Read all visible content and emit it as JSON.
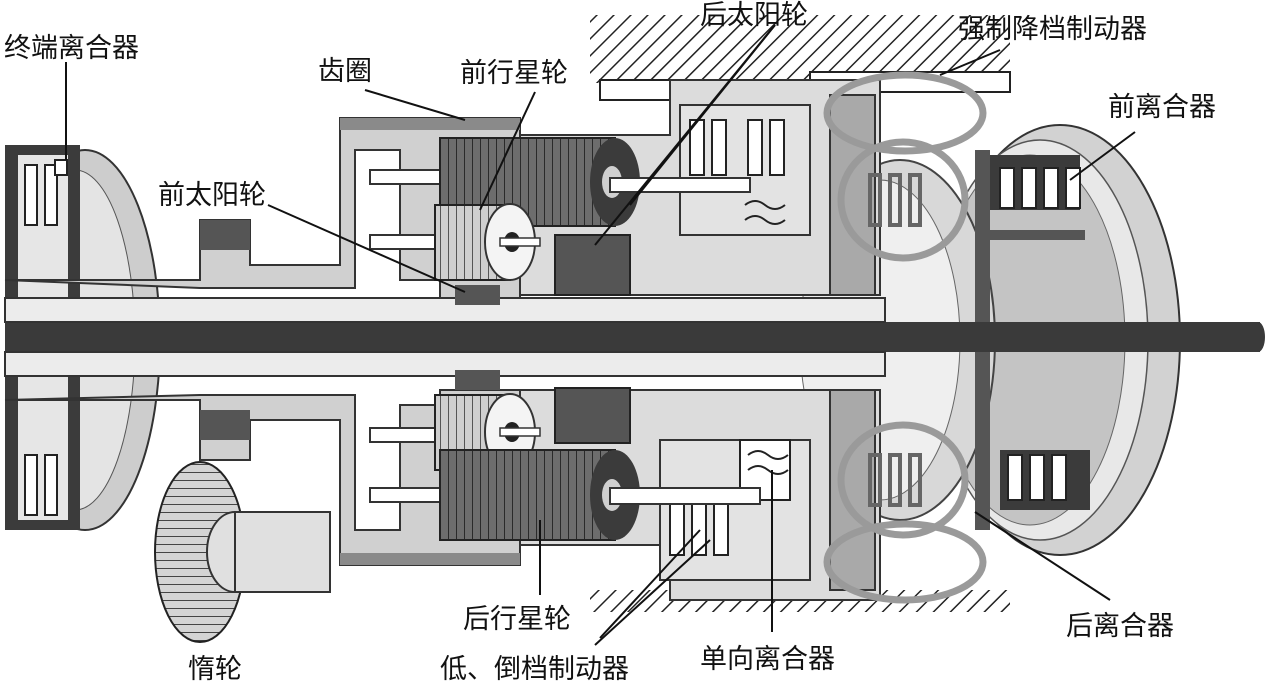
{
  "labels": {
    "terminal_clutch": "终端离合器",
    "ring_gear": "齿圈",
    "front_planet_gear": "前行星轮",
    "rear_sun_gear": "后太阳轮",
    "forced_downshift_brake": "强制降档制动器",
    "front_clutch": "前离合器",
    "front_sun_gear": "前太阳轮",
    "rear_planet_gear": "后行星轮",
    "low_reverse_brake": "低、倒档制动器",
    "one_way_clutch": "单向离合器",
    "rear_clutch": "后离合器",
    "idler_gear": "惰轮"
  },
  "colors": {
    "dark": "#3b3b3b",
    "mid": "#8c8c8c",
    "light": "#c9c9c9",
    "pale": "#e6e6e6",
    "highlight_ring": "#9a9a9a"
  }
}
